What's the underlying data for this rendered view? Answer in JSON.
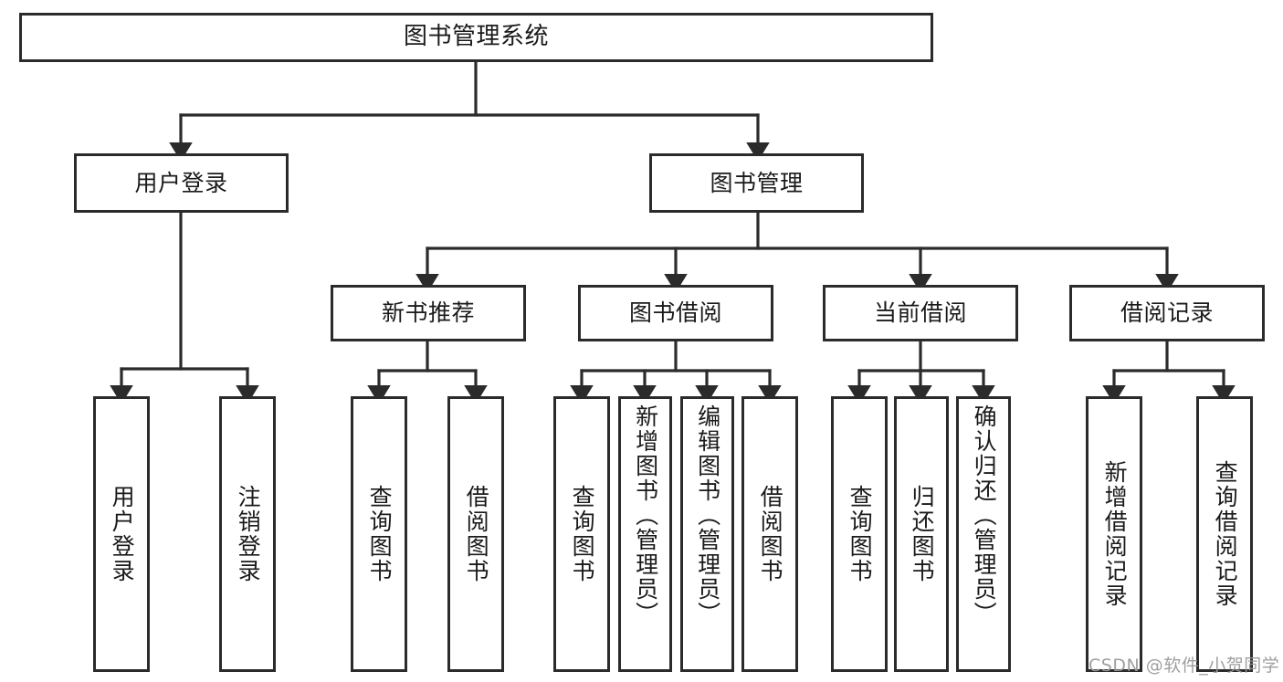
{
  "diagram": {
    "type": "tree",
    "title": "图书管理系统",
    "orientation": "top-down",
    "line_color": "#2b2b2b",
    "box_fill": "#ffffff",
    "text_color": "#1a1a1a",
    "nodes": {
      "root": {
        "label": "图书管理系统",
        "level": 0
      },
      "l1": [
        {
          "label": "用户登录",
          "level": 1
        },
        {
          "label": "图书管理",
          "level": 1
        }
      ],
      "l2": [
        {
          "label": "新书推荐",
          "level": 2,
          "parent": "图书管理"
        },
        {
          "label": "图书借阅",
          "level": 2,
          "parent": "图书管理"
        },
        {
          "label": "当前借阅",
          "level": 2,
          "parent": "图书管理"
        },
        {
          "label": "借阅记录",
          "level": 2,
          "parent": "图书管理"
        }
      ],
      "leaves": {
        "user_login": [
          {
            "label": "用户登录"
          },
          {
            "label": "注销登录"
          }
        ],
        "new_book": [
          {
            "label": "查询图书"
          },
          {
            "label": "借阅图书"
          }
        ],
        "borrow": [
          {
            "label": "查询图书"
          },
          {
            "label": "新增图书（管理员）"
          },
          {
            "label": "编辑图书（管理员）"
          },
          {
            "label": "借阅图书"
          }
        ],
        "current": [
          {
            "label": "查询图书"
          },
          {
            "label": "归还图书"
          },
          {
            "label": "确认归还（管理员）"
          }
        ],
        "records": [
          {
            "label": "新增借阅记录"
          },
          {
            "label": "查询借阅记录"
          }
        ]
      }
    }
  },
  "watermark": {
    "text": "CSDN @软件_小贺同学"
  }
}
